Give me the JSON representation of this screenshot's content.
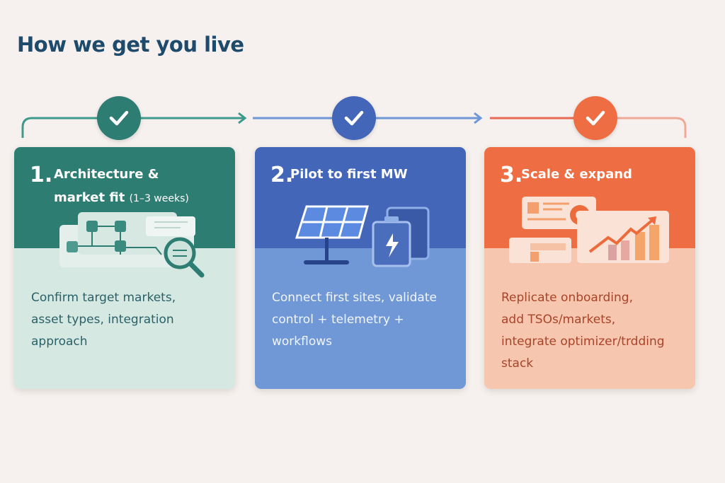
{
  "header": {
    "title": "How we get you live"
  },
  "colors": {
    "teal": "#2e7d73",
    "blue": "#4466b8",
    "orange": "#ee6d42"
  },
  "steps": [
    {
      "number": "1.",
      "title_line1": "Architecture &",
      "title_line2": "market fit",
      "duration": "(1–3 weeks)",
      "description": [
        "Confirm target markets,",
        "asset types, integration",
        "approach"
      ],
      "icon": "architecture-diagram-search-icon"
    },
    {
      "number": "2.",
      "title_line1": "Pilot to first MW",
      "description": [
        "Connect first sites, validate",
        "control + telemetry +",
        "workflows"
      ],
      "icon": "solar-panel-battery-icon"
    },
    {
      "number": "3.",
      "title_line1": "Scale & expand",
      "description": [
        "Replicate onboarding,",
        "add TSOs/markets,",
        "integrate optimizer/trdding",
        "stack"
      ],
      "icon": "dashboard-growth-chart-icon"
    }
  ]
}
